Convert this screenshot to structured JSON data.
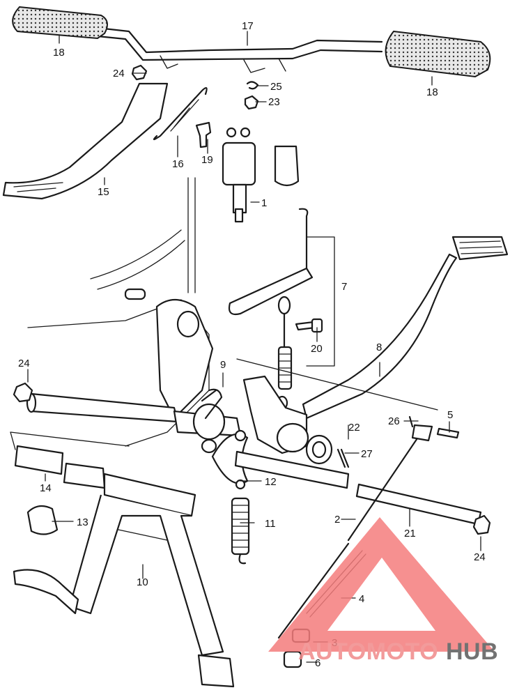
{
  "callouts": [
    {
      "id": "c1",
      "label": "1"
    },
    {
      "id": "c2",
      "label": "2"
    },
    {
      "id": "c3",
      "label": "3"
    },
    {
      "id": "c4",
      "label": "4"
    },
    {
      "id": "c5",
      "label": "5"
    },
    {
      "id": "c6",
      "label": "6"
    },
    {
      "id": "c7",
      "label": "7"
    },
    {
      "id": "c8",
      "label": "8"
    },
    {
      "id": "c9",
      "label": "9"
    },
    {
      "id": "c10",
      "label": "10"
    },
    {
      "id": "c11",
      "label": "11"
    },
    {
      "id": "c12",
      "label": "12"
    },
    {
      "id": "c13",
      "label": "13"
    },
    {
      "id": "c14",
      "label": "14"
    },
    {
      "id": "c15",
      "label": "15"
    },
    {
      "id": "c16",
      "label": "16"
    },
    {
      "id": "c17",
      "label": "17"
    },
    {
      "id": "c18a",
      "label": "18"
    },
    {
      "id": "c18b",
      "label": "18"
    },
    {
      "id": "c19",
      "label": "19"
    },
    {
      "id": "c20",
      "label": "20"
    },
    {
      "id": "c21",
      "label": "21"
    },
    {
      "id": "c22",
      "label": "22"
    },
    {
      "id": "c23",
      "label": "23"
    },
    {
      "id": "c24a",
      "label": "24"
    },
    {
      "id": "c24b",
      "label": "24"
    },
    {
      "id": "c24c",
      "label": "24"
    },
    {
      "id": "c25",
      "label": "25"
    },
    {
      "id": "c26",
      "label": "26"
    },
    {
      "id": "c27",
      "label": "27"
    }
  ],
  "watermark": {
    "part1": "AUTOMOTO",
    "part2": "HUB",
    "color_part1": "#f08a8a",
    "color_part2": "#5a5a5a",
    "triangle_color": "#f47c7c"
  }
}
